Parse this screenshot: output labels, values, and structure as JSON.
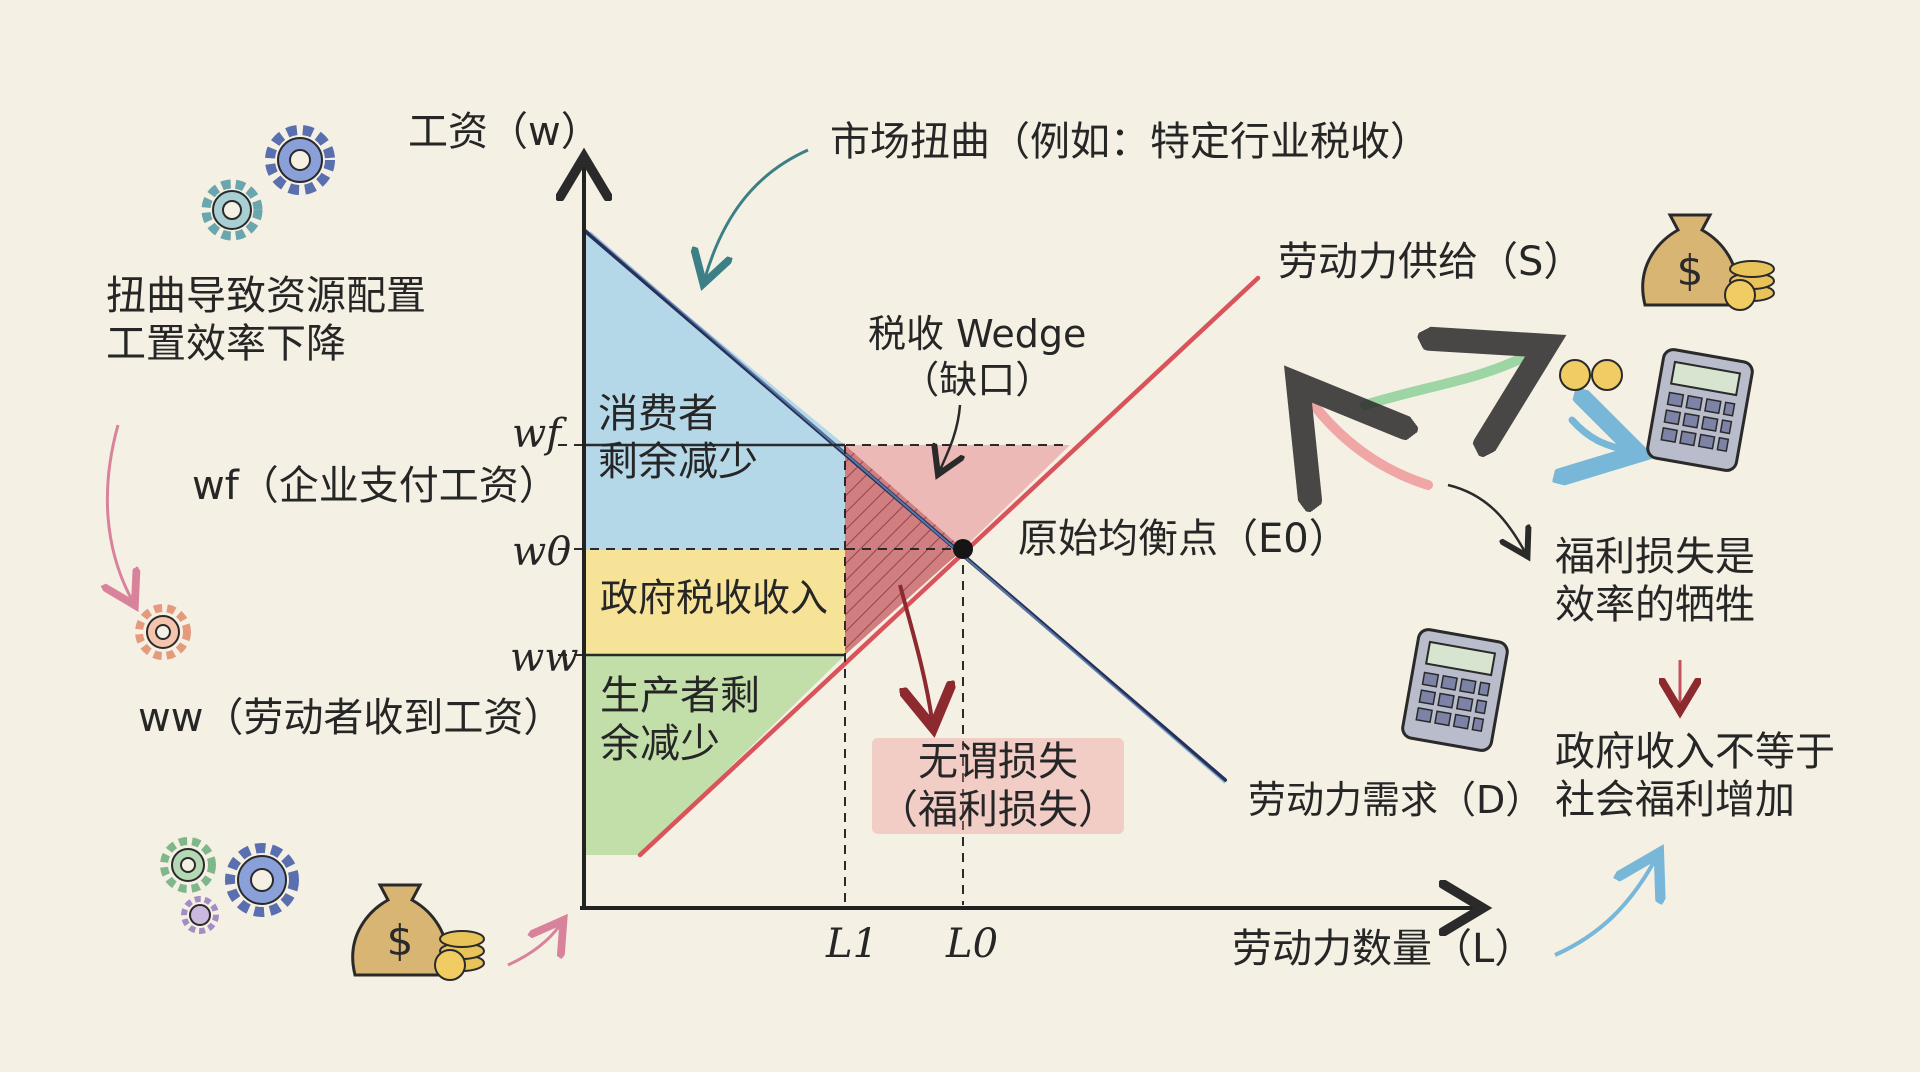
{
  "axes": {
    "y_label": "工资（w）",
    "x_label": "劳动力数量（L）"
  },
  "curves": {
    "supply_label": "劳动力供给（S）",
    "demand_label": "劳动力需求（D）"
  },
  "prices": {
    "wf": "wf",
    "w0": "w0",
    "ww": "ww",
    "wf_desc": "wf（企业支付工资）",
    "ww_desc": "ww（劳动者收到工资）"
  },
  "quantities": {
    "l1": "L1",
    "l0": "L0"
  },
  "areas": {
    "consumer": "消费者\n剩余减少",
    "gov": "政府税收收入",
    "producer": "生产者剩\n余减少",
    "wedge": "税收 Wedge\n（缺口）",
    "deadweight": "无谓损失\n（福利损失）"
  },
  "points": {
    "equilibrium": "原始均衡点（E0）"
  },
  "notes": {
    "distortion": "市场扭曲（例如：特定行业税收）",
    "misallocation": "扭曲导致资源配置\n工置效率下降",
    "welfare_loss": "福利损失是\n效率的牺牲",
    "gov_revenue": "政府收入不等于\n社会福利增加"
  },
  "colors": {
    "consumer": "#a9d3ea",
    "gov": "#f6e08a",
    "producer": "#b8dca0",
    "deadweight": "#c96a6e",
    "supply_line": "#d9535a",
    "demand_line": "#26305a",
    "background": "#f5f0e4"
  }
}
